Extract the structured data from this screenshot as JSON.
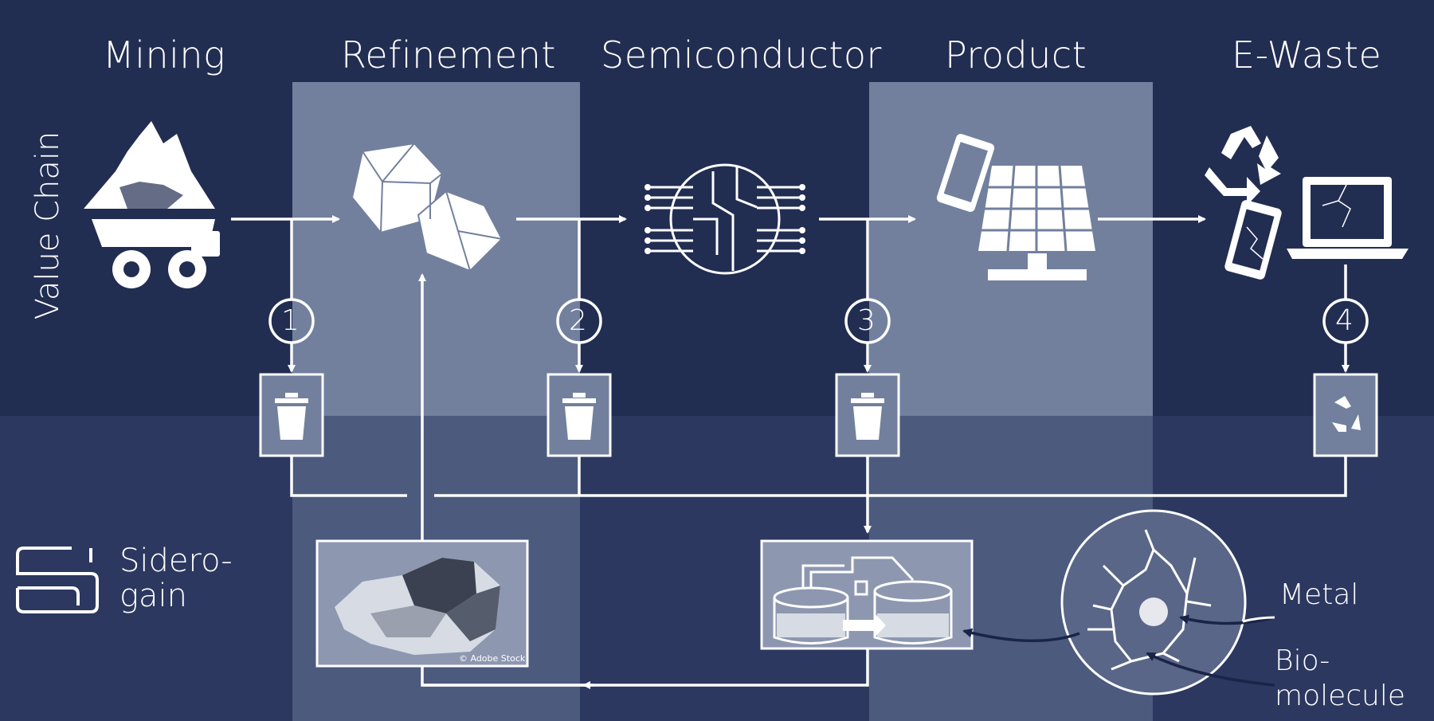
{
  "stages": [
    "Mining",
    "Refinement",
    "Semiconductor",
    "Product",
    "E-Waste"
  ],
  "axis_label": "Value Chain",
  "brand": {
    "line1": "Sidero-",
    "line2": "gain"
  },
  "steps": [
    "1",
    "2",
    "3",
    "4"
  ],
  "labels": {
    "metal": "Metal",
    "biomolecule_1": "Bio-",
    "biomolecule_2": "molecule"
  },
  "credit": "© Adobe Stock",
  "icons": [
    "mining-truck-icon",
    "crystal-icon",
    "chip-icon",
    "phone-icon",
    "solar-panel-icon",
    "recycle-icon",
    "broken-phone-icon",
    "broken-laptop-icon",
    "trash-icon",
    "recycle-bin-icon",
    "bioreactor-icon",
    "biomolecule-icon",
    "metal-ore-image"
  ],
  "colors": {
    "background": "#222d52",
    "panel_light": "#72809e",
    "lower_band": "#2c3860",
    "panel_lower": "#4c5a7e",
    "line": "#ffffff"
  }
}
